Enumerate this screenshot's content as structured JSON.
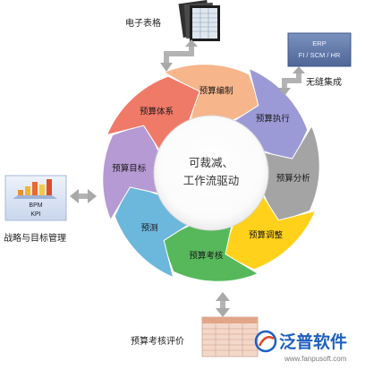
{
  "center": {
    "line1": "可裁减、",
    "line2": "工作流驱动"
  },
  "cycle": [
    {
      "label": "预算编制",
      "color": "#f6b58a"
    },
    {
      "label": "预算执行",
      "color": "#9b9ad6"
    },
    {
      "label": "预算分析",
      "color": "#a4a4a4"
    },
    {
      "label": "预算调整",
      "color": "#ffd11a"
    },
    {
      "label": "预算考核",
      "color": "#56b85a"
    },
    {
      "label": "预测",
      "color": "#6cb7dc"
    },
    {
      "label": "预算目标",
      "color": "#b59ad3"
    },
    {
      "label": "预算体系",
      "color": "#f07a68"
    }
  ],
  "external": {
    "spreadsheet": "电子表格",
    "erp_title": "ERP",
    "erp_sub": "FI / SCM / HR",
    "erp_caption": "无缝集成",
    "bpm_line1": "BPM",
    "bpm_line2": "KPI",
    "strategy_caption": "战略与目标管理",
    "review_caption": "预算考核评价"
  },
  "brand": {
    "name": "泛普软件",
    "url": "www.fanpusoft.com",
    "color": "#1f5fbf"
  },
  "colors": {
    "erp_box": "#5f77a8",
    "connector": "#b8b8b8"
  }
}
